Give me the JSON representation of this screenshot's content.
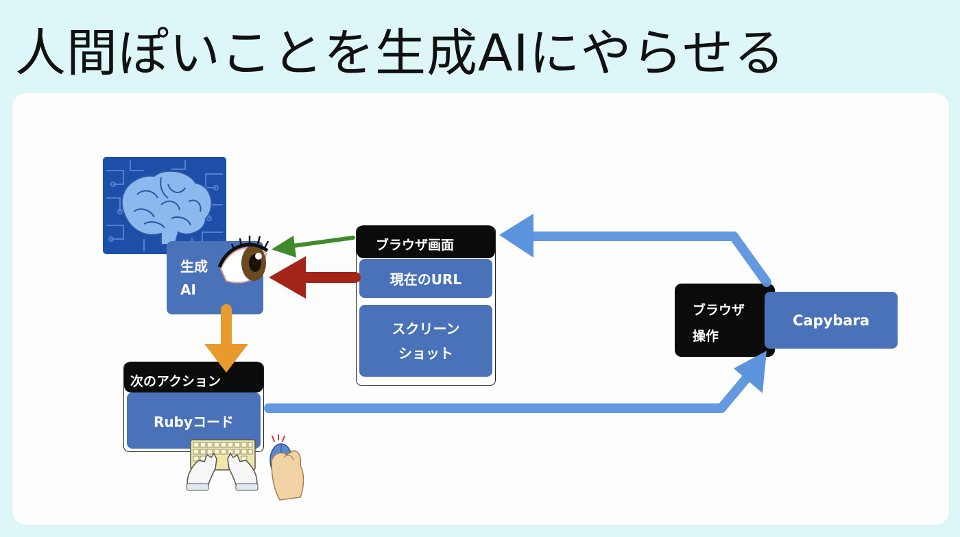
{
  "title": "人間ぽいことを生成AIにやらせる",
  "ai": {
    "label_line1": "生成",
    "label_line2": "AI"
  },
  "browser_screen": {
    "header": "ブラウザ画面",
    "items": [
      {
        "label": "現在のURL"
      },
      {
        "line1": "スクリーン",
        "line2": "ショット"
      }
    ]
  },
  "next_action": {
    "header": "次のアクション",
    "item": "Rubyコード"
  },
  "browser_op": {
    "header_line1": "ブラウザ",
    "header_line2": "操作",
    "item": "Capybara"
  },
  "icons": [
    "brain-circuit-icon",
    "eye-icon",
    "keyboard-hands-icon",
    "mouse-hand-icon"
  ],
  "colors": {
    "background": "#ddf6f8",
    "box_blue": "#4a72b8",
    "arrow_blue": "#5b93dc",
    "arrow_green": "#3f8a2b",
    "arrow_red": "#a32518",
    "arrow_orange": "#e89a2c"
  }
}
